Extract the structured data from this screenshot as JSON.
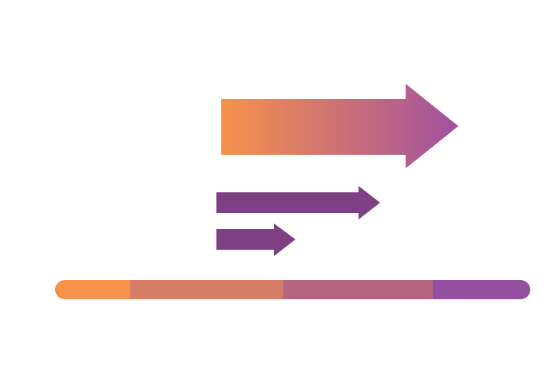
{
  "colors": {
    "orange": "#F7924A",
    "salmon": "#D67D68",
    "mauve": "#B56481",
    "purple": "#944FA0",
    "arrow_purple": "#7E3F84",
    "gradient_start": "#F7924A",
    "gradient_end": "#A150A0"
  },
  "icons": {
    "large_arrow": "gradient-right-arrow-icon",
    "medium_arrow": "purple-right-arrow-icon",
    "small_arrow": "purple-right-arrow-icon",
    "progress_bar": "segmented-bar"
  },
  "progress_bar": {
    "segments": [
      {
        "name": "segment-1",
        "fraction": 0.158,
        "color_key": "orange"
      },
      {
        "name": "segment-2",
        "fraction": 0.322,
        "color_key": "salmon"
      },
      {
        "name": "segment-3",
        "fraction": 0.315,
        "color_key": "mauve"
      },
      {
        "name": "segment-4",
        "fraction": 0.205,
        "color_key": "purple"
      }
    ]
  },
  "arrows": [
    {
      "name": "large-gradient-arrow",
      "relative_length": 1.0,
      "fill": "gradient"
    },
    {
      "name": "medium-arrow",
      "relative_length": 0.69,
      "fill": "arrow_purple"
    },
    {
      "name": "small-arrow",
      "relative_length": 0.34,
      "fill": "arrow_purple"
    }
  ]
}
